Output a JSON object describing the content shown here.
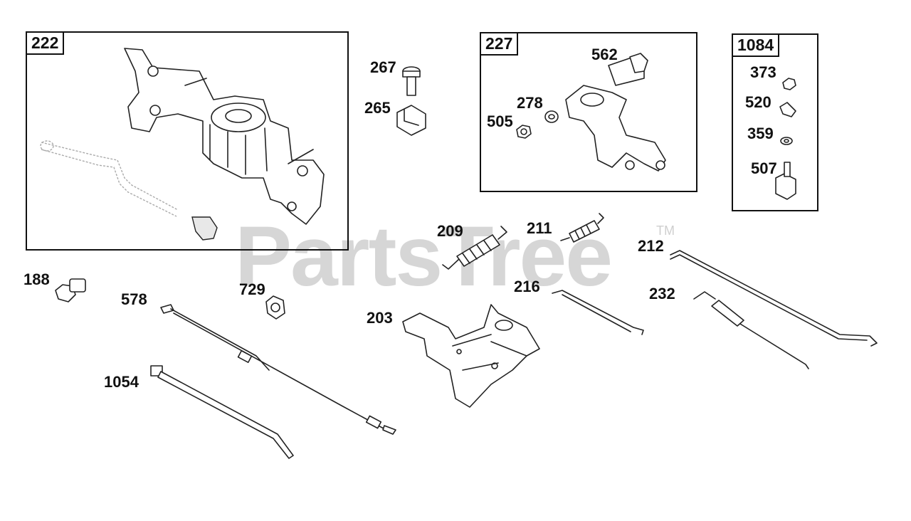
{
  "watermark": {
    "text": "PartsTree",
    "trademark": "TM"
  },
  "groups": [
    {
      "id": "222"
    },
    {
      "id": "227"
    },
    {
      "id": "1084"
    }
  ],
  "labels": {
    "p222": "222",
    "p227": "227",
    "p1084": "1084",
    "p267": "267",
    "p265": "265",
    "p562": "562",
    "p278": "278",
    "p505": "505",
    "p373": "373",
    "p520": "520",
    "p359": "359",
    "p507": "507",
    "p209": "209",
    "p211": "211",
    "p212": "212",
    "p188": "188",
    "p578": "578",
    "p729": "729",
    "p216": "216",
    "p232": "232",
    "p203": "203",
    "p1054": "1054"
  }
}
